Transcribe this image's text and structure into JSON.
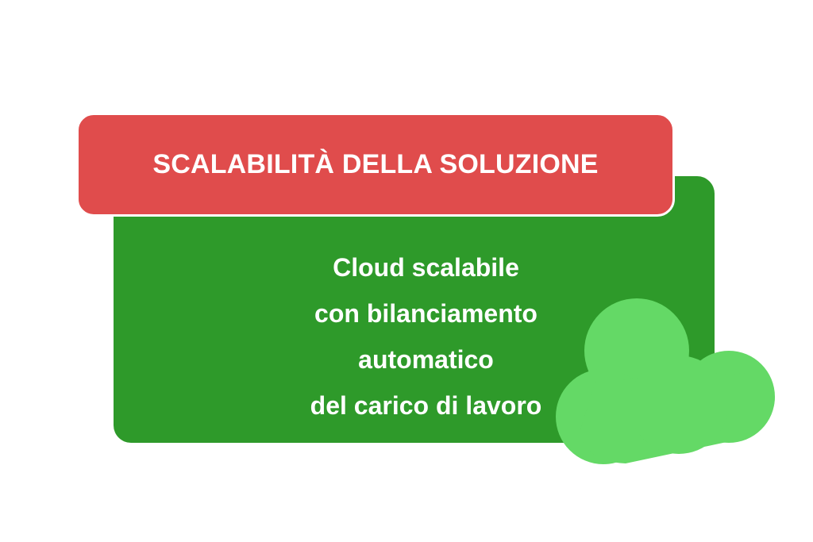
{
  "banner": {
    "title": "SCALABILITÀ DELLA SOLUZIONE"
  },
  "card": {
    "lines": [
      "Cloud scalabile",
      "con bilanciamento",
      "automatico",
      "del carico di lavoro"
    ]
  },
  "colors": {
    "banner_red": "#e04c4c",
    "card_green": "#2e9a2a",
    "cloud_light_green": "#64d966",
    "text_white": "#ffffff"
  },
  "icons": {
    "cloud": "cloud-icon"
  }
}
